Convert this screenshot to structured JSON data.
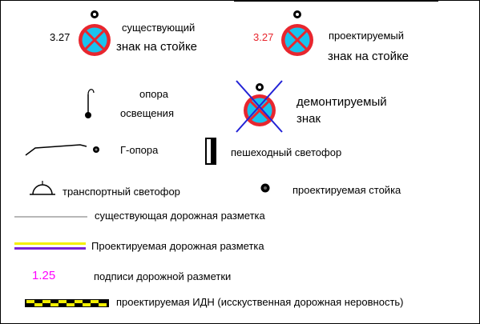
{
  "legend": {
    "existing_sign": {
      "code": "3.27",
      "line1": "существующий",
      "line2": "знак на стойке"
    },
    "planned_sign": {
      "code": "3.27",
      "line1": "проектируемый",
      "line2": "знак на стойке"
    },
    "lighting_pole": {
      "line1": "опора",
      "line2": "освещения"
    },
    "dismantled_sign": {
      "line1": "демонтируемый",
      "line2": "знак"
    },
    "g_pole": {
      "label": "Г-опора"
    },
    "pedestrian_light": {
      "label": "пешеходный светофор"
    },
    "traffic_light": {
      "label": "транспортный светофор"
    },
    "planned_post": {
      "label": "проектируемая стойка"
    },
    "existing_marking": {
      "label": "существующая дорожная разметка"
    },
    "planned_marking": {
      "label": "Проектируемая дорожная разметка"
    },
    "marking_labels": {
      "sample": "1.25",
      "label": "подписи дорожной разметки"
    },
    "speed_bump": {
      "label": "проектируемая ИДН (исскуственная дорожная неровность)"
    }
  },
  "colors": {
    "sign_fill": "#19c3ee",
    "sign_ring": "#e8262e",
    "planned_code": "#e8262e",
    "dismantle_cross": "#2323d6",
    "existing_marking": "#b7b7b7",
    "planned_marking_yellow": "#f4f000",
    "planned_marking_purple": "#7a23d6",
    "marking_label": "#ff00ff",
    "bump_yellow": "#f4f000",
    "bump_black": "#000000"
  },
  "icons": [
    "sign-no-stopping-icon",
    "lamp-post-icon",
    "g-pole-icon",
    "pedestrian-light-icon",
    "traffic-light-icon",
    "post-dot-icon",
    "speed-bump-icon"
  ]
}
